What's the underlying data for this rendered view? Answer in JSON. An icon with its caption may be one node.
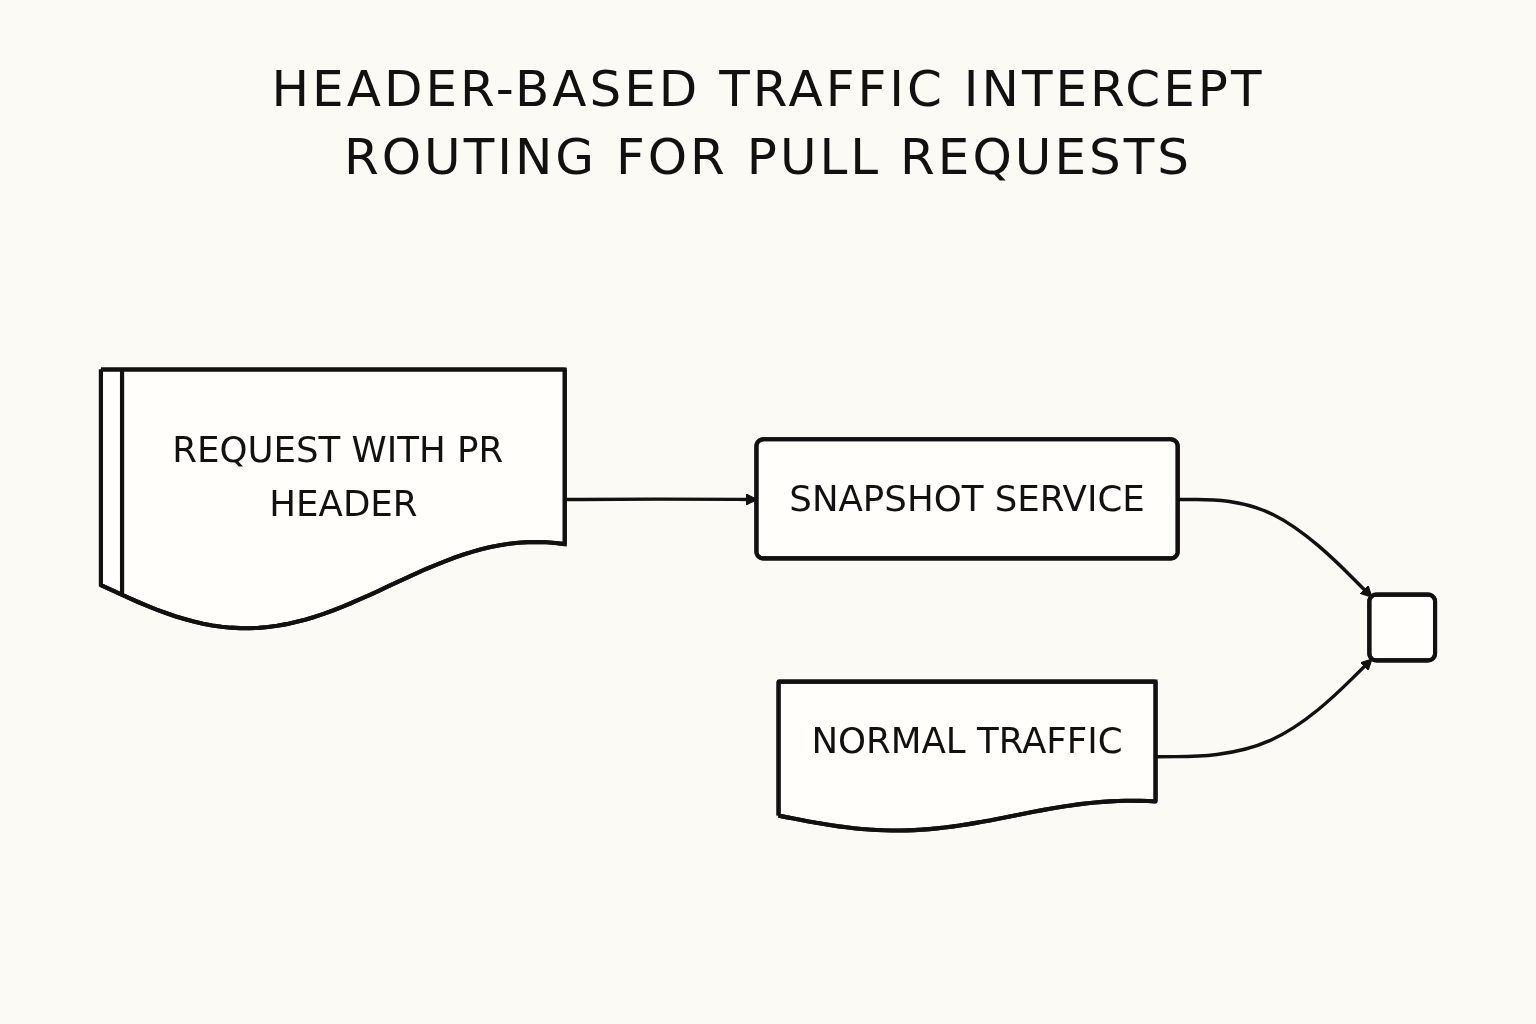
{
  "diagram": {
    "title": "HEADER-BASED TRAFFIC INTERCEPT ROUTING FOR PULL REQUESTS",
    "nodes": [
      {
        "text": [
          "REQUEST WITH PR HEADER"
        ]
      },
      {
        "text": [
          "SNAPSHOT SERVICE"
        ]
      },
      {
        "text": [
          "NORMAL TRAFFIC"
        ]
      },
      {
        "text": [],
        "shape": "box"
      }
    ],
    "edges": [
      {
        "from": 0,
        "to": 1,
        "arrow": "to"
      },
      {
        "from": 1,
        "to": 3,
        "arrow": "to"
      },
      {
        "from": 2,
        "to": 3,
        "arrow": "to"
      }
    ]
  }
}
